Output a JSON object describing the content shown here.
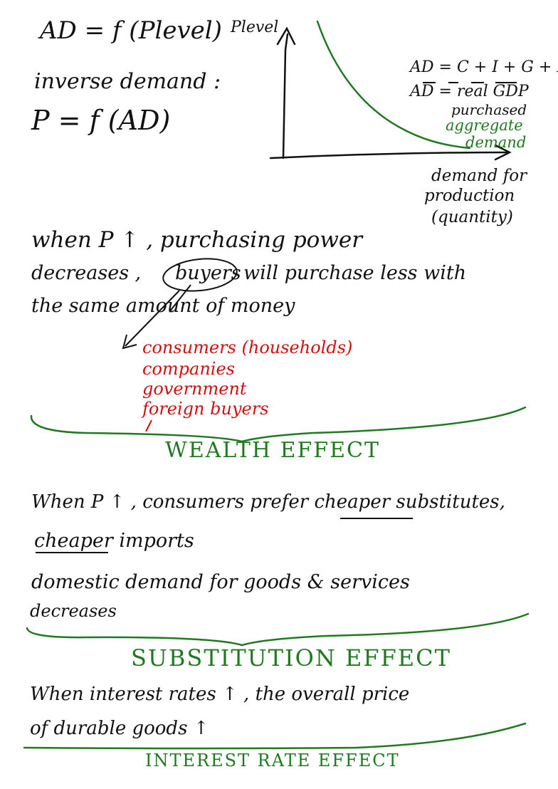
{
  "top": {
    "ad_function": "AD = f (Plevel)",
    "inverse_label": "inverse demand :",
    "inverse_function": "P = f (AD)"
  },
  "graph": {
    "y_axis_label": "Plevel",
    "x_axis_label_line1": "demand for",
    "x_axis_label_line2": "production",
    "x_axis_label_line3": "(quantity)",
    "eq1": "AD = C + I + G + NX",
    "eq2": "AD = real GDP",
    "eq3": "purchased",
    "curve_label_line1": "aggregate",
    "curve_label_line2": "demand"
  },
  "wealth": {
    "line1": "when P ↑ , purchasing power",
    "line2_pre": "decreases ,",
    "line2_circled": "buyers",
    "line2_post": "will purchase less with",
    "line3": "the same amount of money",
    "buyers": [
      "consumers (households)",
      "companies",
      "government",
      "foreign buyers"
    ],
    "effect": "WEALTH EFFECT",
    "colors": {
      "green": "#1f7a1f",
      "red": "#d01010"
    }
  },
  "substitution": {
    "line1": "When P ↑ , consumers prefer cheaper substitutes,",
    "line2": "cheaper imports",
    "line3": "domestic demand for goods & services",
    "line4": "decreases",
    "effect": "SUBSTITUTION EFFECT"
  },
  "interest": {
    "line1": "When interest rates ↑ , the overall price",
    "line2": "of durable goods ↑",
    "effect": "INTEREST RATE EFFECT"
  }
}
